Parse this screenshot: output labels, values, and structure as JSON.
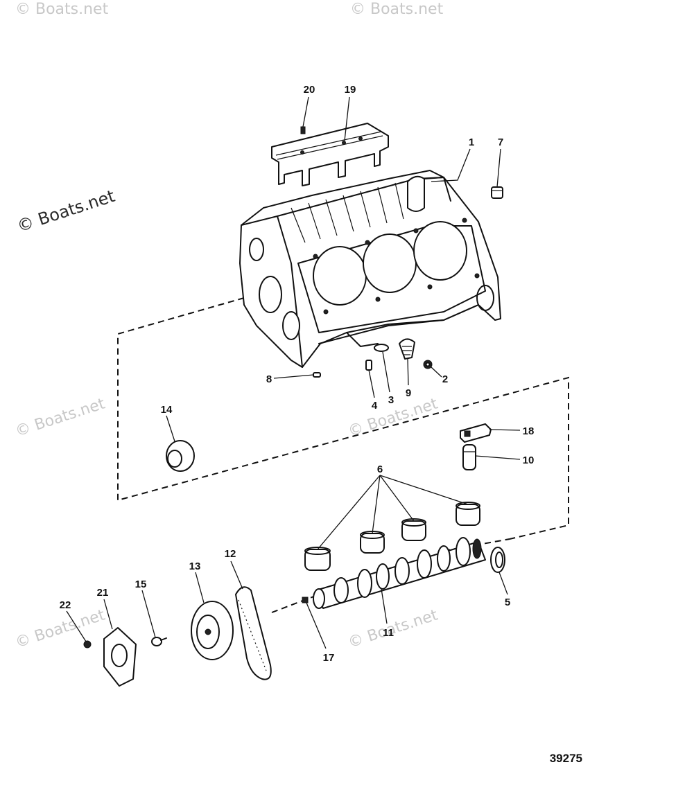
{
  "watermarks": {
    "main": "© Boats.net",
    "faint": "© Boats.net"
  },
  "figure_number": "39275",
  "parts": [
    {
      "id": "p1",
      "number": "1"
    },
    {
      "id": "p2",
      "number": "2"
    },
    {
      "id": "p3",
      "number": "3"
    },
    {
      "id": "p4",
      "number": "4"
    },
    {
      "id": "p5",
      "number": "5"
    },
    {
      "id": "p6",
      "number": "6"
    },
    {
      "id": "p7",
      "number": "7"
    },
    {
      "id": "p8",
      "number": "8"
    },
    {
      "id": "p9",
      "number": "9"
    },
    {
      "id": "p10",
      "number": "10"
    },
    {
      "id": "p11",
      "number": "11"
    },
    {
      "id": "p12",
      "number": "12"
    },
    {
      "id": "p13",
      "number": "13"
    },
    {
      "id": "p14",
      "number": "14"
    },
    {
      "id": "p15",
      "number": "15"
    },
    {
      "id": "p17",
      "number": "17"
    },
    {
      "id": "p18",
      "number": "18"
    },
    {
      "id": "p19",
      "number": "19"
    },
    {
      "id": "p20",
      "number": "20"
    },
    {
      "id": "p21",
      "number": "21"
    },
    {
      "id": "p22",
      "number": "22"
    }
  ]
}
